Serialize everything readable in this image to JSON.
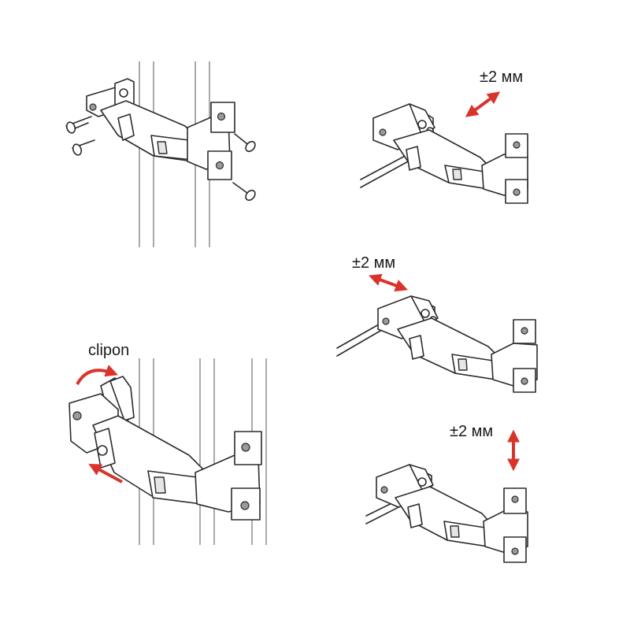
{
  "colors": {
    "arrow": "#d9342b",
    "line": "#2b2b2b",
    "fill": "#ffffff",
    "shade": "#e6e6e6"
  },
  "labels": {
    "adjust_depth": "±2 мм",
    "adjust_side": "±2 мм",
    "adjust_height": "±2 мм",
    "clipon": "clipon"
  }
}
